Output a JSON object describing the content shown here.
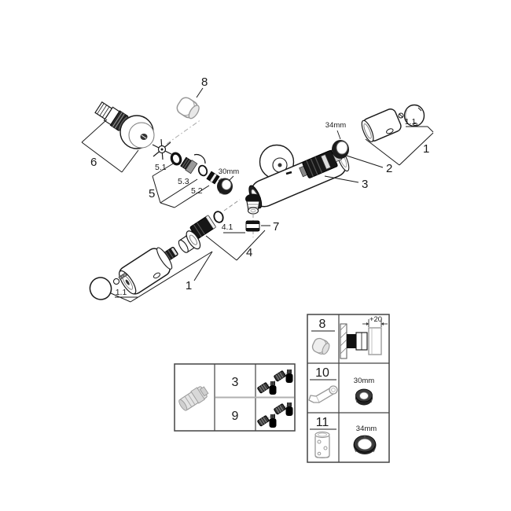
{
  "callouts": {
    "part8": "8",
    "part6": "6",
    "part5_1": "5.1",
    "part5_3": "5.3",
    "part5_2": "5.2",
    "part5": "5",
    "dim30": "30mm",
    "dim34": "34mm",
    "part1_1_right": "1.1",
    "part1_right": "1",
    "part2": "2",
    "part3": "3",
    "part7": "7",
    "part4_1": "4.1",
    "part4": "4",
    "part1_left": "1",
    "part1_1_left": "1.1"
  },
  "service_kits_table": {
    "rows": [
      {
        "part_no": "3"
      },
      {
        "part_no": "9"
      }
    ]
  },
  "tools_table": {
    "rows": [
      {
        "part_no": "8",
        "dimension": "+20"
      },
      {
        "part_no": "10",
        "dimension": "30mm"
      },
      {
        "part_no": "11",
        "dimension": "34mm"
      }
    ]
  }
}
